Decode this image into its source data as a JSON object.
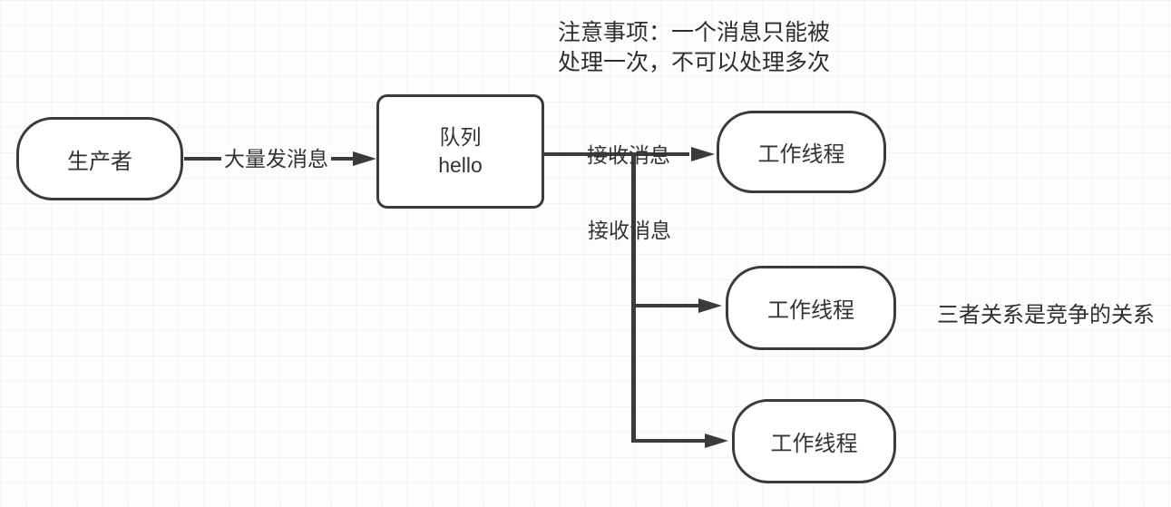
{
  "diagram": {
    "nodes": {
      "producer": {
        "label": "生产者"
      },
      "queue": {
        "label_line1": "队列",
        "label_line2": "hello"
      },
      "worker1": {
        "label": "工作线程"
      },
      "worker2": {
        "label": "工作线程"
      },
      "worker3": {
        "label": "工作线程"
      }
    },
    "edges": {
      "produce": {
        "label": "大量发消息"
      },
      "consume1": {
        "label": "接收消息"
      },
      "consume2": {
        "label": "接收消息"
      }
    },
    "annotations": {
      "note": {
        "text": "注意事项：一个消息只能被\n处理一次，不可以处理多次"
      },
      "competition": {
        "text": "三者关系是竞争的关系"
      }
    },
    "colors": {
      "line": "#3b3b3b",
      "node_border": "#3b3b3b",
      "node_background": "#ffffff",
      "text": "#333333",
      "grid": "#ededed",
      "background": "#fdfdfd"
    }
  }
}
